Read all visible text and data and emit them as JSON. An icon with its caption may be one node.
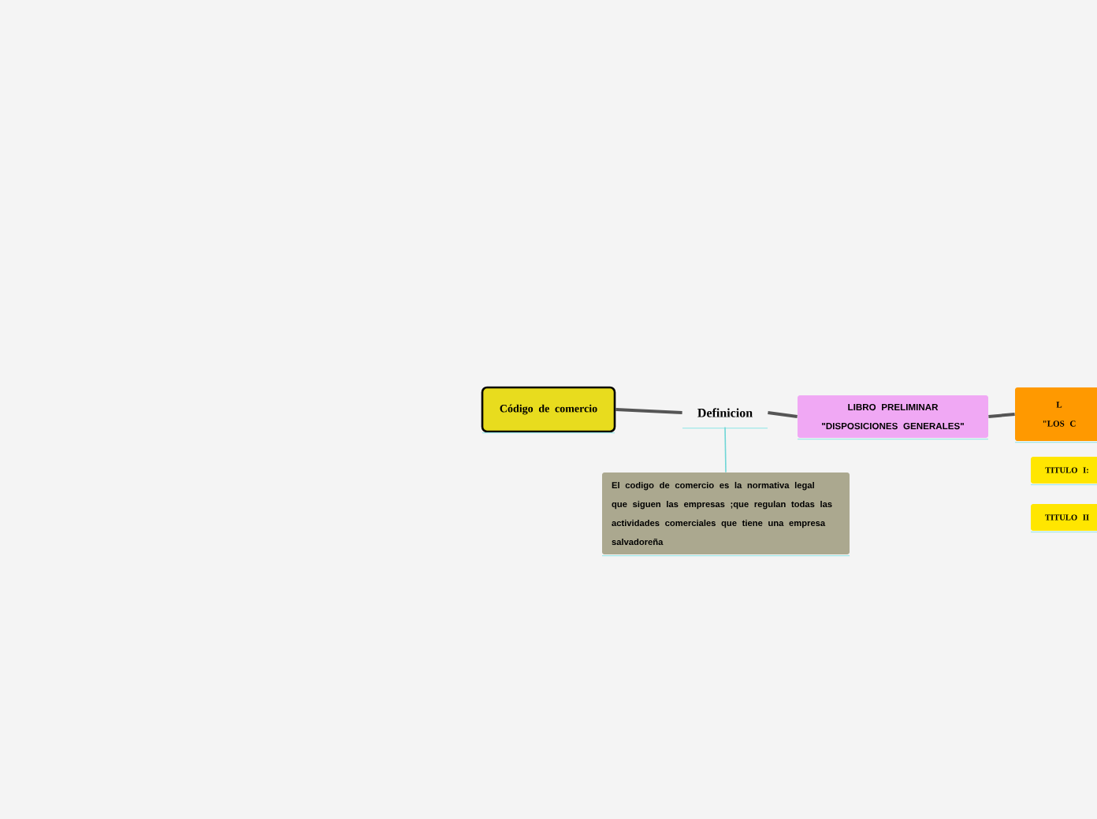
{
  "diagram": {
    "nodes": [
      {
        "text": [
          "Código de comercio"
        ]
      },
      {
        "text": [
          "Definicion"
        ]
      },
      {
        "text": [
          "El codigo de comercio es la normativa legal que siguen las empresas ;que regulan todas las actividades comerciales que tiene una empresa salvadoreña"
        ]
      },
      {
        "text": [
          "LIBRO PRELIMINAR \"DISPOSICIONES GENERALES\""
        ]
      },
      {
        "text": [
          "L \"LOS C"
        ]
      },
      {
        "text": [
          "TITULO I:"
        ]
      },
      {
        "text": [
          "TITULO II"
        ]
      }
    ],
    "edges": [
      {
        "from": 0,
        "to": 1,
        "arrow": "none"
      },
      {
        "from": 1,
        "to": 3,
        "arrow": "none"
      },
      {
        "from": 3,
        "to": 4,
        "arrow": "none"
      },
      {
        "from": 1,
        "to": 2,
        "arrow": "none",
        "color": "#6fd6d6"
      }
    ]
  }
}
